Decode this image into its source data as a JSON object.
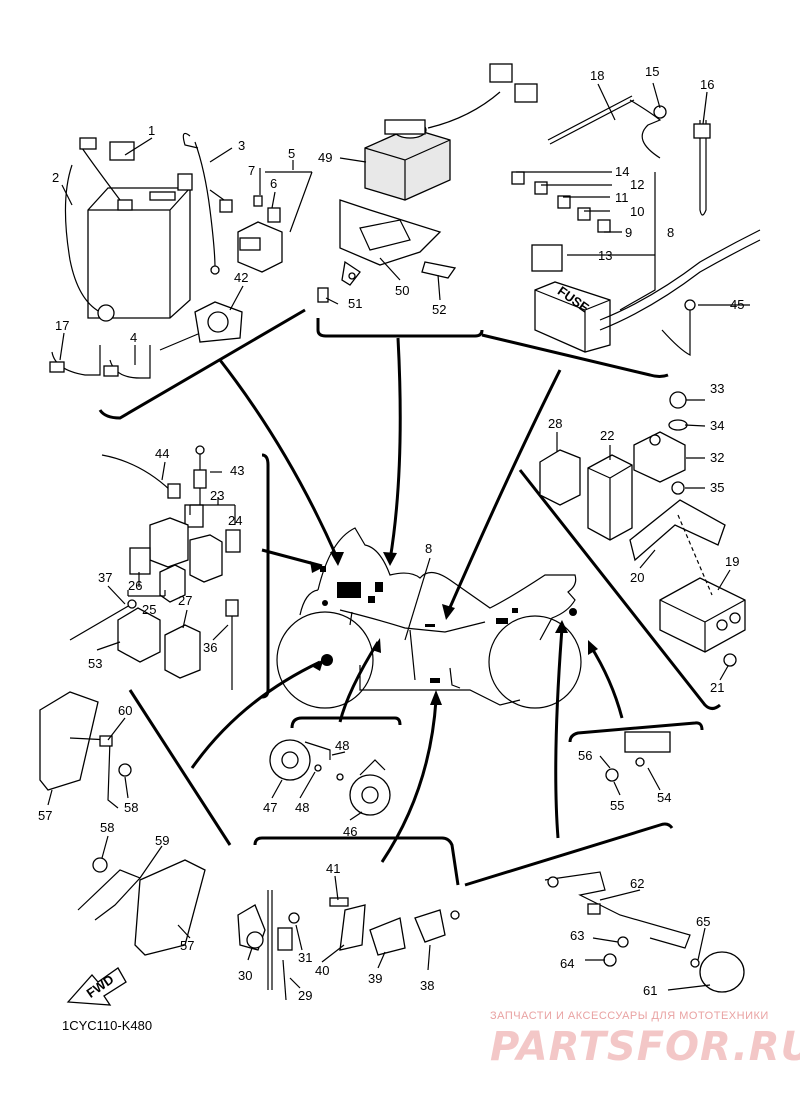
{
  "diagram": {
    "code": "1CYC110-K480",
    "fwd_label": "FWD",
    "fuse_label": "FUSE",
    "watermark_caption": "ЗАПЧАСТИ И АКСЕССУАРЫ ДЛЯ МОТОТЕХНИКИ",
    "watermark_brand": "PARTSFOR.RU",
    "callouts": [
      "1",
      "2",
      "3",
      "4",
      "5",
      "6",
      "7",
      "17",
      "42",
      "49",
      "50",
      "51",
      "52",
      "18",
      "15",
      "16",
      "14",
      "12",
      "11",
      "10",
      "9",
      "8",
      "13",
      "45",
      "33",
      "34",
      "32",
      "35",
      "28",
      "22",
      "20",
      "19",
      "21",
      "44",
      "43",
      "23",
      "24",
      "26",
      "25",
      "27",
      "37",
      "53",
      "36",
      "8",
      "60",
      "57",
      "58",
      "48",
      "47",
      "48",
      "46",
      "56",
      "55",
      "54",
      "58",
      "59",
      "57",
      "41",
      "31",
      "30",
      "29",
      "40",
      "39",
      "38",
      "62",
      "63",
      "64",
      "65",
      "61"
    ]
  }
}
